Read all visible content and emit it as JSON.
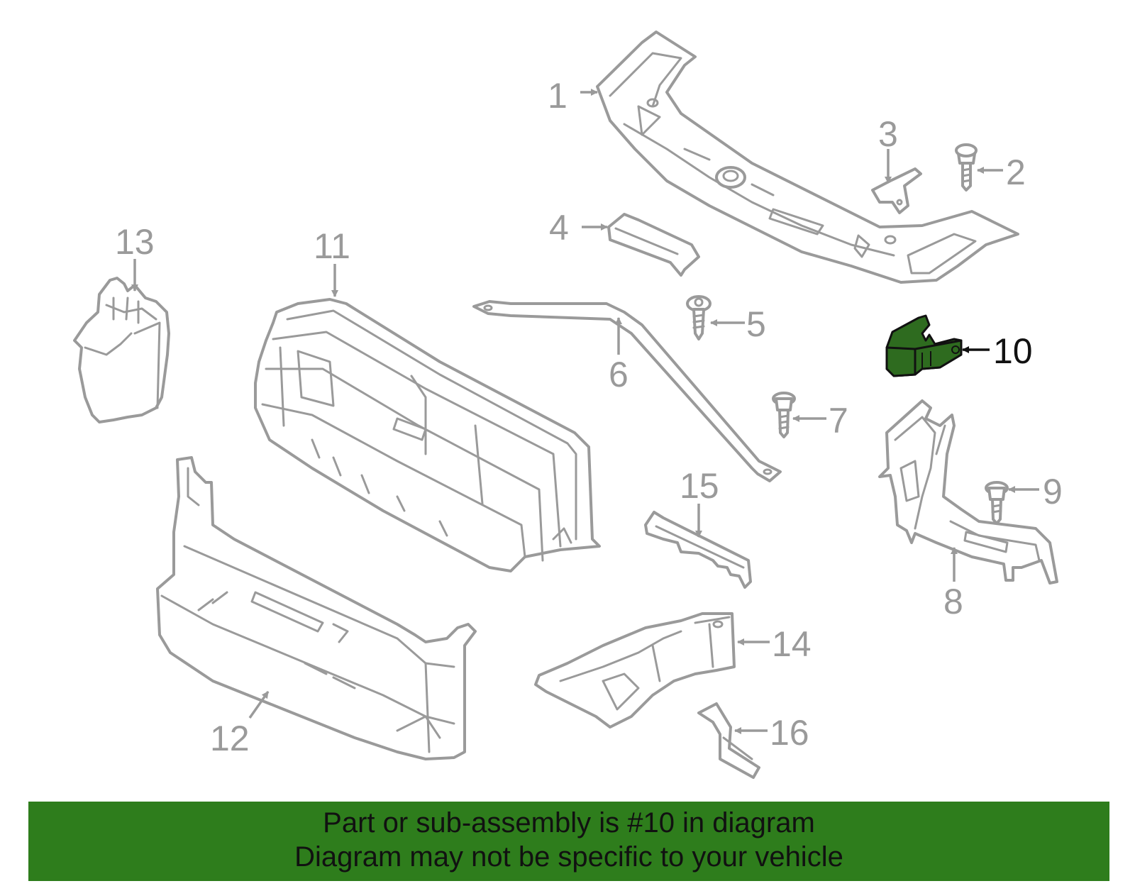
{
  "callouts": {
    "c1": "1",
    "c2": "2",
    "c3": "3",
    "c4": "4",
    "c5": "5",
    "c6": "6",
    "c7": "7",
    "c8": "8",
    "c9": "9",
    "c10": "10",
    "c11": "11",
    "c12": "12",
    "c13": "13",
    "c14": "14",
    "c15": "15",
    "c16": "16"
  },
  "highlighted_part": "10",
  "colors": {
    "part_outline": "#9a9a9a",
    "highlight_fill": "#2e6b1f",
    "banner_background": "#2e7d1c",
    "banner_text": "#111111"
  },
  "banner": {
    "line1": "Part or sub-assembly is #10 in diagram",
    "line2": "Diagram may not be specific to your vehicle"
  }
}
